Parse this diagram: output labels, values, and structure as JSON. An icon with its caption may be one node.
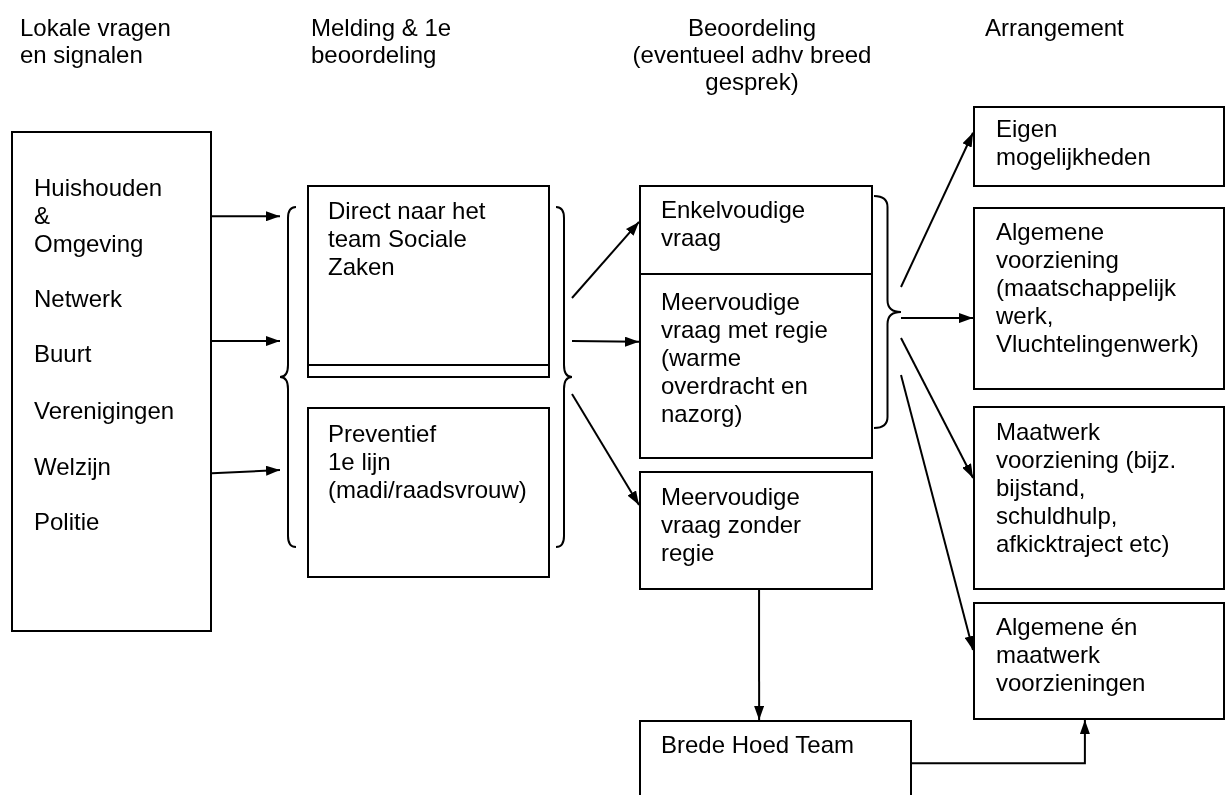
{
  "diagram": {
    "nodes": [
      {
        "text": [
          "Huishouden & Omgeving",
          "Netwerk",
          "Buurt",
          "Verenigingen",
          "Welzijn",
          "Politie"
        ]
      },
      {
        "text": [
          "Direct naar het team Sociale Zaken"
        ]
      },
      {
        "text": [
          "Preventief 1e lijn (madi/raadsvrouw)"
        ]
      },
      {
        "text": [
          "Enkelvoudige vraag"
        ]
      },
      {
        "text": [
          "Meervoudige vraag met regie (warme overdracht en nazorg)"
        ]
      },
      {
        "text": [
          "Meervoudige vraag zonder regie"
        ]
      },
      {
        "text": [
          "Eigen mogelijkheden"
        ]
      },
      {
        "text": [
          "Algemene voorziening (maatschappelijk werk, Vluchtelingenwerk)"
        ]
      },
      {
        "text": [
          "Maatwerk voorziening (bijz. bijstand, schuldhulp, afkicktraject etc)"
        ]
      },
      {
        "text": [
          "Algemene én maatwerk voorzieningen"
        ]
      },
      {
        "text": [
          "Brede Hoed Team"
        ]
      },
      {
        "text": [],
        "shape": "brace"
      },
      {
        "text": [],
        "shape": "brace"
      },
      {
        "text": [],
        "shape": "brace"
      }
    ],
    "edges": [
      {
        "from": 0,
        "to": 11,
        "arrow": "to"
      },
      {
        "from": 0,
        "to": 11,
        "arrow": "to"
      },
      {
        "from": 0,
        "to": 11,
        "arrow": "to"
      },
      {
        "from": 12,
        "to": 3,
        "arrow": "to"
      },
      {
        "from": 12,
        "to": 4,
        "arrow": "to"
      },
      {
        "from": 12,
        "to": 5,
        "arrow": "to"
      },
      {
        "from": 13,
        "to": 6,
        "arrow": "to"
      },
      {
        "from": 13,
        "to": 7,
        "arrow": "to"
      },
      {
        "from": 13,
        "to": 8,
        "arrow": "to"
      },
      {
        "from": 13,
        "to": 9,
        "arrow": "to"
      },
      {
        "from": 5,
        "to": 10,
        "arrow": "to"
      },
      {
        "from": 10,
        "to": 9,
        "arrow": "to"
      }
    ],
    "labels": [
      "Lokale vragen en signalen",
      "Melding & 1e beoordeling",
      "Beoordeling (eventueel adhv breed gesprek)",
      "Arrangement"
    ]
  }
}
